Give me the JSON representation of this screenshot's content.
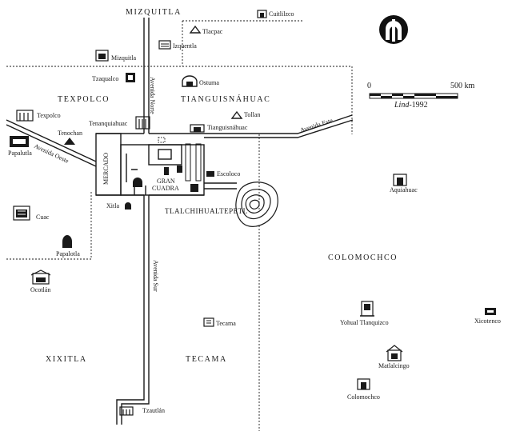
{
  "north_arrow": {
    "icon": "north-arrow-icon"
  },
  "scale": {
    "start": "0",
    "end": "500 km",
    "credit_author": "Lind",
    "credit_year": "-1992"
  },
  "districts": {
    "mizquitla": "MIZQUITLA",
    "texpolco": "TEXPOLCO",
    "tianguisnahuac": "TIANGUISNÁHUAC",
    "colomochco": "COLOMOCHCO",
    "xixitla": "XIXITLA",
    "tecama": "TECAMA"
  },
  "roads": {
    "avenida_norte": "Avenida Norte",
    "avenida_este": "Avenida Este",
    "avenida_oeste": "Avenida Oeste",
    "avenida_sur": "Avenida Sur"
  },
  "center": {
    "mercado": "MERCADO",
    "gran_cuadra_1": "GRAN",
    "gran_cuadra_2": "CUADRA",
    "hill": "TLALCHIHUALTEPETL"
  },
  "places": {
    "cuitlilzco": "Cuitlilzco",
    "tlacpac": "Tlacpac",
    "izquentla": "Izquentla",
    "mizquitla": "Mizquitla",
    "tzaqualco": "Tzaqualco",
    "ostuma": "Ostuma",
    "texpolco": "Texpolco",
    "tenochan": "Tenochan",
    "tenanquiahuac": "Tenanquiahuac",
    "tollan": "Tollan",
    "tianguisnahuac": "Tianguisnáhuac",
    "papalutla": "Papalutla",
    "escoloco": "Escoloco",
    "aquiahuac": "Aquiahuac",
    "xitla": "Xitla",
    "cuac": "Cuac",
    "papalotla": "Papalotla",
    "ocotlan": "Ocotlán",
    "tecama": "Tecama",
    "yohual": "Yohual Tlanquizco",
    "xicotenco": "Xicotenco",
    "matlalcingo": "Matlalcingo",
    "colomochco": "Colomochco",
    "tzautlan": "Tzautlán"
  }
}
